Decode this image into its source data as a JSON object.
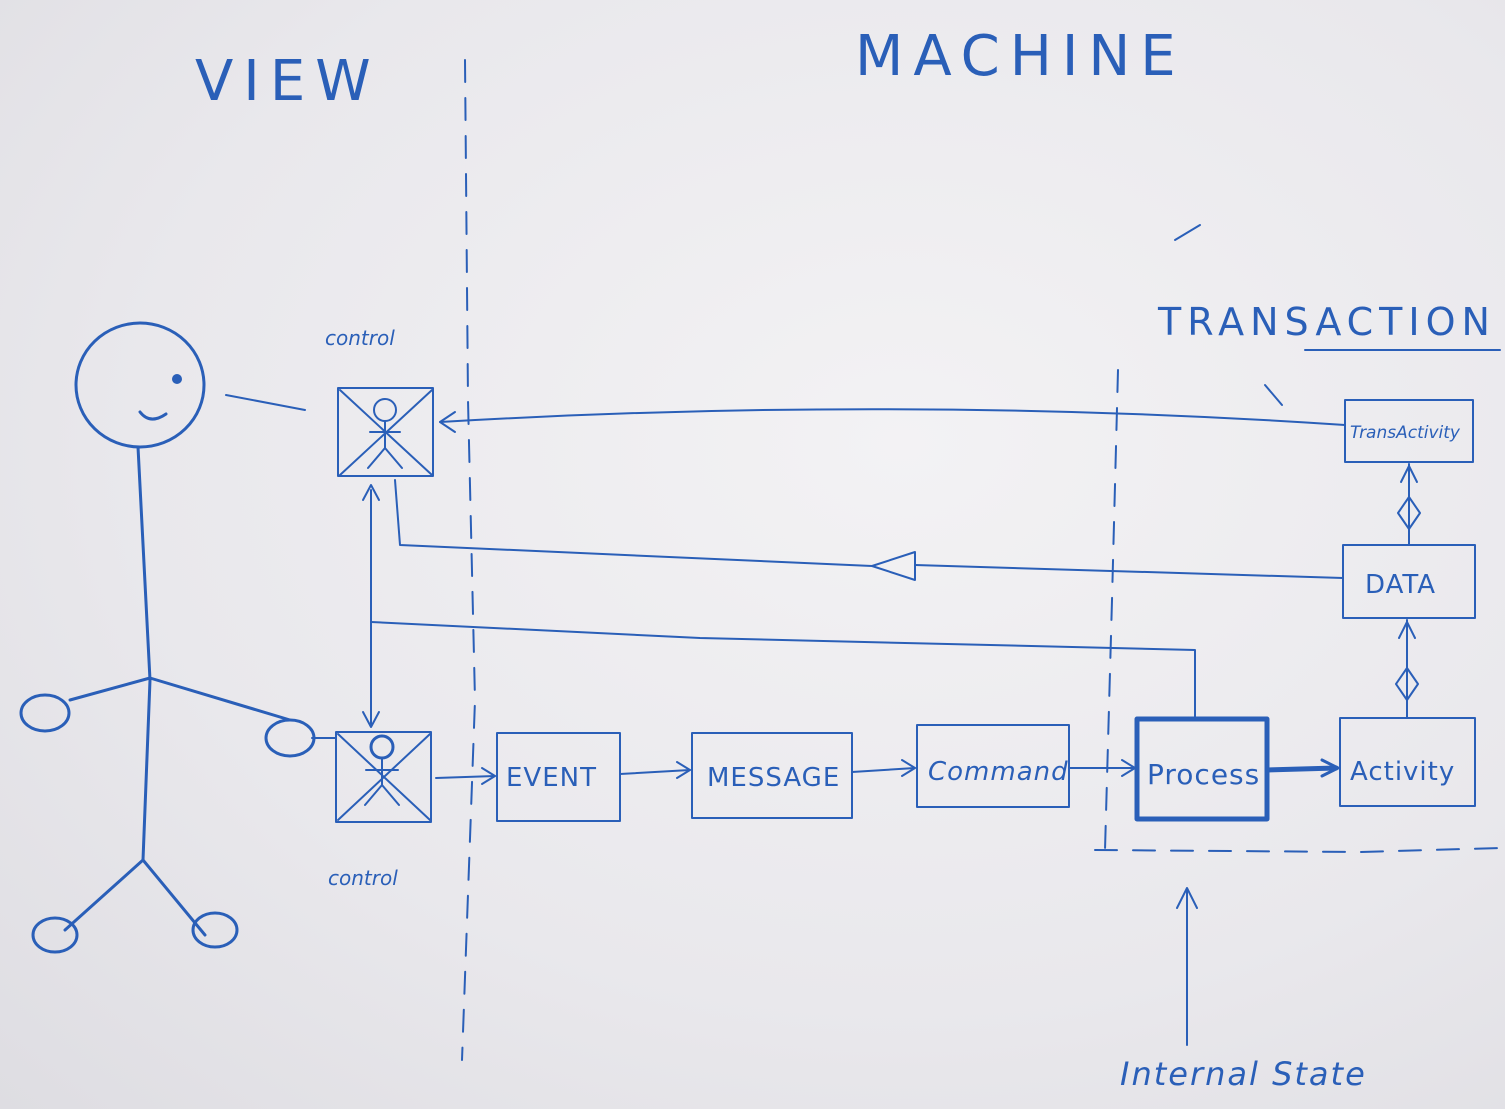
{
  "regions": {
    "view": "VIEW",
    "machine": "MACHINE",
    "transaction": "TRANSACTION"
  },
  "nodes": {
    "control_top": "control",
    "control_bottom": "control",
    "event": "EVENT",
    "message": "MESSAGE",
    "command": "Command",
    "process": "Process",
    "activity": "Activity",
    "data": "DATA",
    "transaction_box": "TransActivity"
  },
  "notes": {
    "internal_state": "Internal State"
  },
  "colors": {
    "ink": "#2a5fb8",
    "paper": "#efeef1"
  }
}
